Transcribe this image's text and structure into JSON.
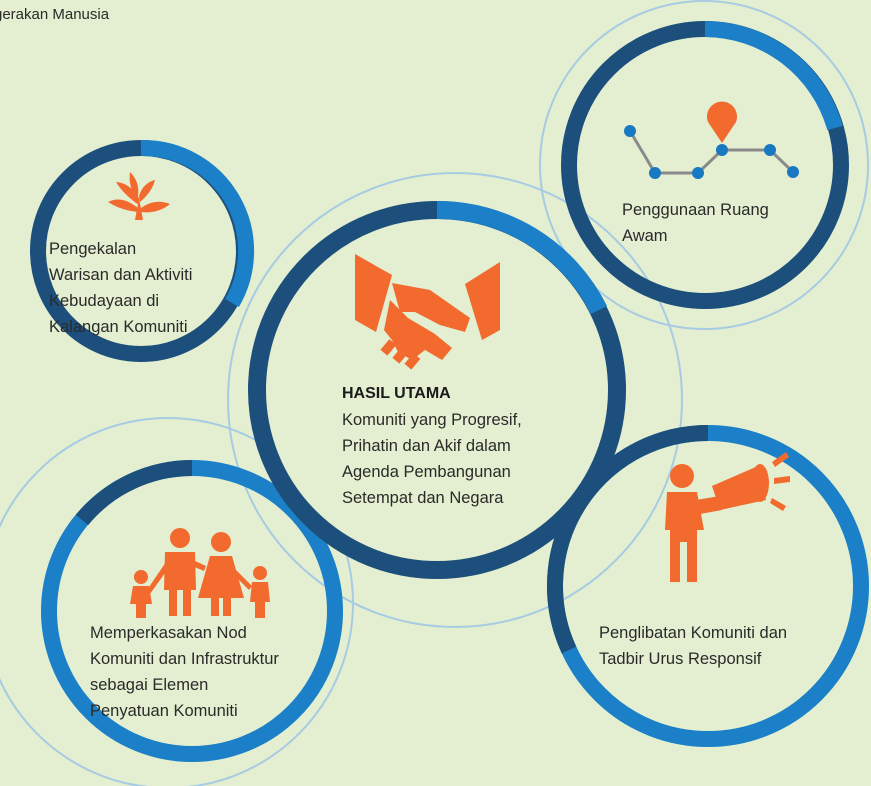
{
  "header_fragment": "gerakan Manusia",
  "center": {
    "heading": "HASIL UTAMA",
    "body": "Komuniti yang Progresif,\nPrihatin dan Akif dalam\nAgenda Pembangunan\nSetempat dan Negara"
  },
  "nodes": {
    "heritage": {
      "label": "Pengekalan\nWarisan dan Aktiviti\nKebudayaan di\nKalangan Komuniti",
      "icon": "tree-icon"
    },
    "public_space": {
      "label": "Penggunaan Ruang\nAwam",
      "icon": "location-route-icon"
    },
    "governance": {
      "label": "Penglibatan Komuniti dan\nTadbir Urus Responsif",
      "icon": "megaphone-speaker-icon"
    },
    "community_nodes": {
      "label": "Memperkasakan Nod\nKomuniti dan Infrastruktur\nsebagai Elemen\nPenyatuan Komuniti",
      "icon": "family-icon"
    }
  },
  "colors": {
    "background": "#e3efd0",
    "ring_dark": "#1d4f7c",
    "ring_light": "#1b80c8",
    "outline": "#a7cbe2",
    "icon_orange": "#f26a2e",
    "route_blue": "#1878c2",
    "route_line": "#8a8a8a",
    "text": "#2a2a2a"
  }
}
